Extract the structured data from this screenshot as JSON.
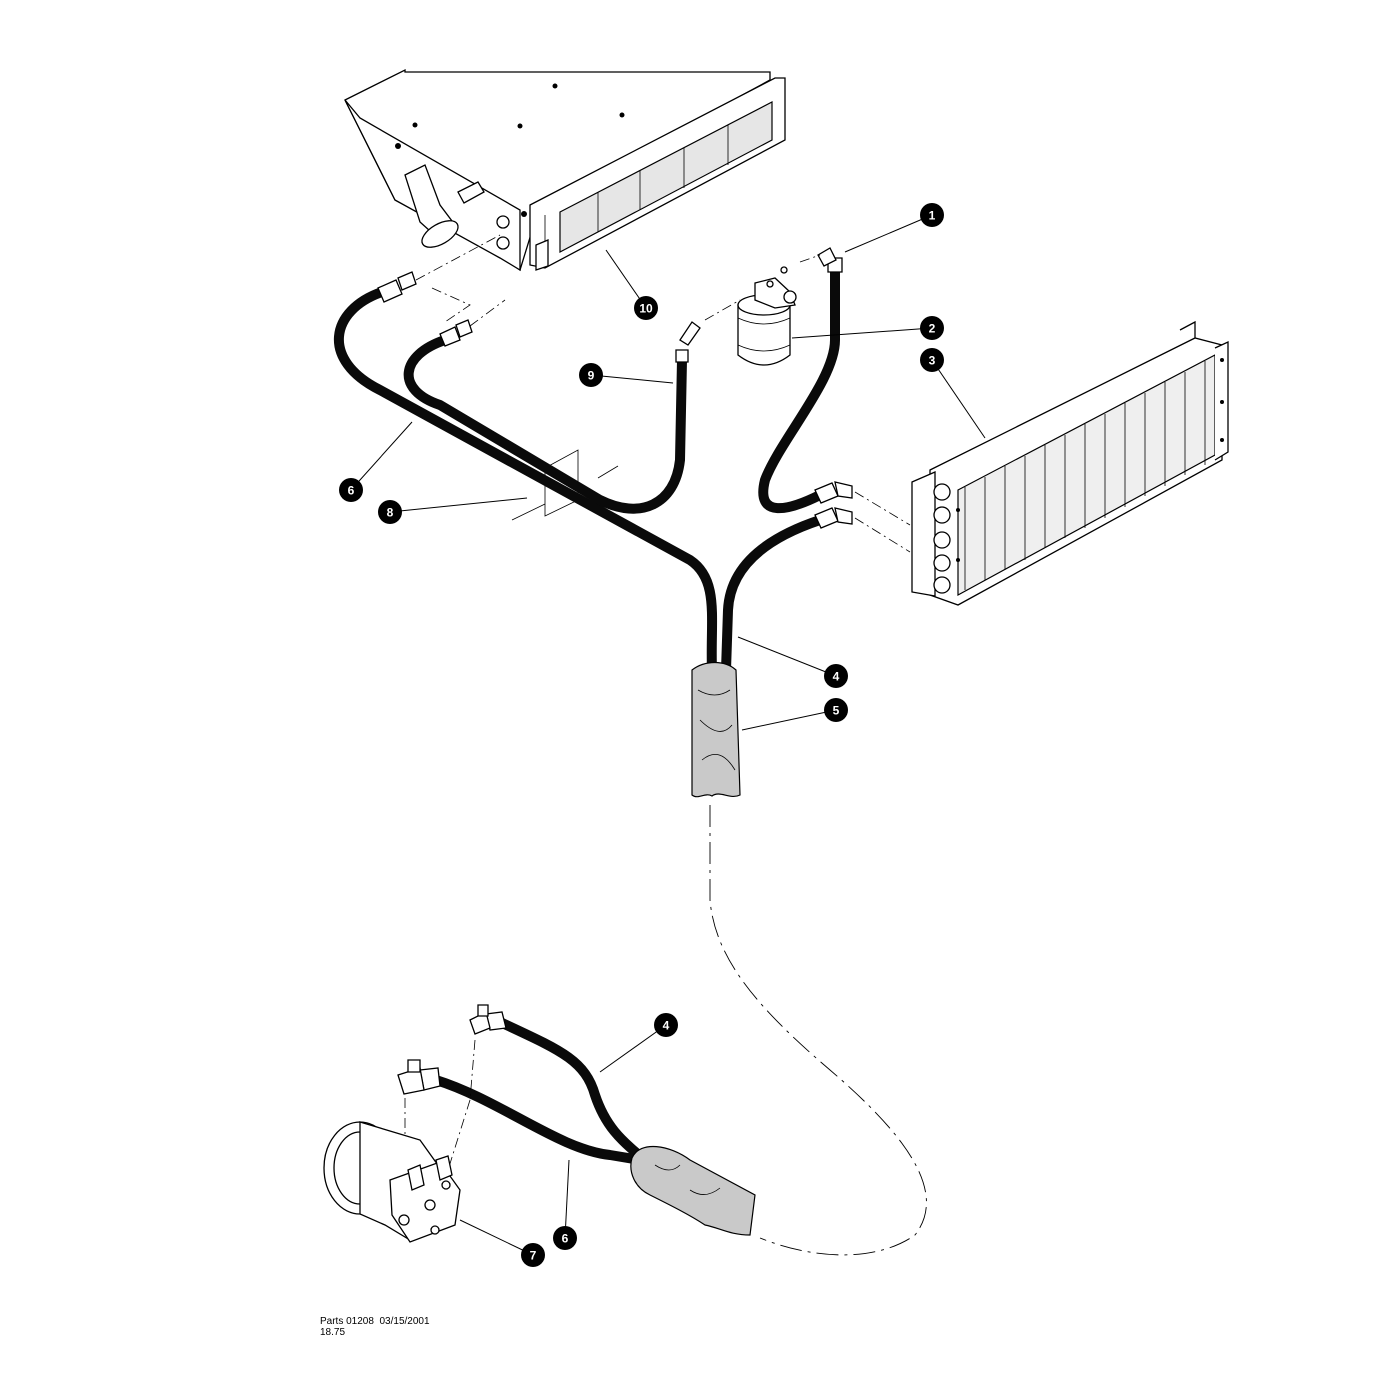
{
  "footer": {
    "line1": "Parts 01208  03/15/2001",
    "line2": "18.75"
  },
  "callouts": [
    {
      "id": "callout-1",
      "label": "1"
    },
    {
      "id": "callout-2",
      "label": "2"
    },
    {
      "id": "callout-3",
      "label": "3"
    },
    {
      "id": "callout-4-top",
      "label": "4"
    },
    {
      "id": "callout-5",
      "label": "5"
    },
    {
      "id": "callout-6-top",
      "label": "6"
    },
    {
      "id": "callout-8",
      "label": "8"
    },
    {
      "id": "callout-9",
      "label": "9"
    },
    {
      "id": "callout-10",
      "label": "10"
    },
    {
      "id": "callout-4-bottom",
      "label": "4"
    },
    {
      "id": "callout-6-bottom",
      "label": "6"
    },
    {
      "id": "callout-7",
      "label": "7"
    }
  ],
  "colors": {
    "ink": "#000000",
    "hose": "#0a0a0a",
    "sleeve": "#c9c9c9",
    "paper": "#ffffff"
  }
}
